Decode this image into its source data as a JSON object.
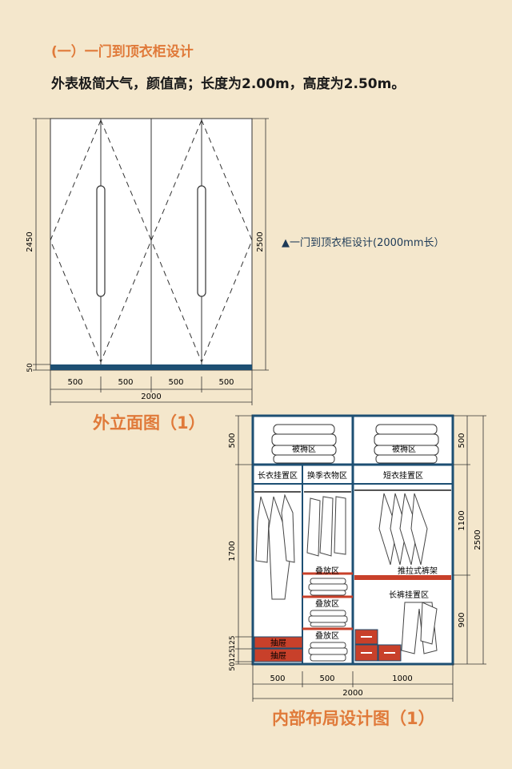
{
  "heading": {
    "section_title": "(一）一门到顶衣柜设计",
    "intro": "外表极简大气，颜值高；长度为2.00m，高度为2.50m。"
  },
  "side_note": "▲一门到顶衣柜设计(2000mm长）",
  "exterior": {
    "caption": "外立面图（1）",
    "dim_height_left": "2450",
    "dim_base_left": "50",
    "dim_height_right": "2500",
    "door_widths": [
      "500",
      "500",
      "500",
      "500"
    ],
    "total_width": "2000"
  },
  "interior": {
    "caption": "内部布局设计图（1）",
    "zones": {
      "bedding_left": "被褥区",
      "bedding_right": "被褥区",
      "long_hanging": "长衣挂置区",
      "seasonal": "换季衣物区",
      "short_hanging": "短衣挂置区",
      "fold_1": "叠放区",
      "fold_2": "叠放区",
      "fold_3": "叠放区",
      "drawer_1": "抽屉",
      "drawer_2": "抽屉",
      "pullout_rack": "推拉式裤架",
      "pants_hanging": "长裤挂置区"
    },
    "dims_left": [
      "500",
      "1700",
      "125",
      "125",
      "50"
    ],
    "dims_right": [
      "500",
      "1100",
      "900"
    ],
    "dim_total_height": "2500",
    "bottom_widths": [
      "500",
      "500",
      "1000"
    ],
    "total_width": "2000"
  },
  "colors": {
    "background": "#f4e7cc",
    "accent_orange": "#e07a3a",
    "navy": "#1d4f73",
    "drawer_red": "#c8402a"
  }
}
